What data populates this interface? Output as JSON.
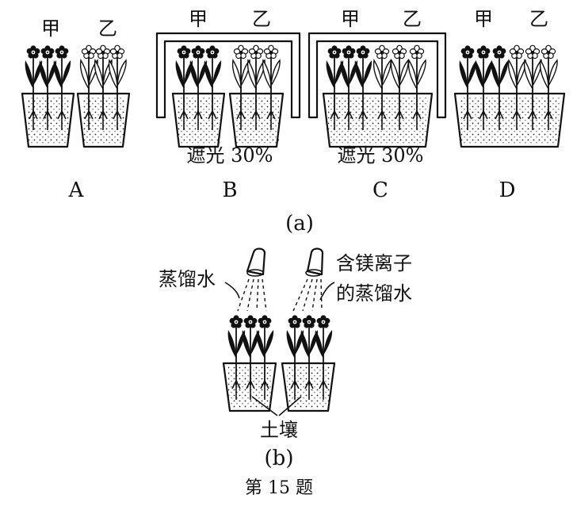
{
  "figure": {
    "caption": "第 15 题",
    "panel_a": {
      "label": "(a)",
      "setups": [
        {
          "letter": "A",
          "plant_labels": [
            "甲",
            "乙"
          ],
          "shade_label": ""
        },
        {
          "letter": "B",
          "plant_labels": [
            "甲",
            "乙"
          ],
          "shade_label": "遮光 30%"
        },
        {
          "letter": "C",
          "plant_labels": [
            "甲",
            "乙"
          ],
          "shade_label": "遮光 30%"
        },
        {
          "letter": "D",
          "plant_labels": [
            "甲",
            "乙"
          ],
          "shade_label": ""
        }
      ]
    },
    "panel_b": {
      "label": "(b)",
      "left_water": "蒸馏水",
      "right_water_line1": "含镁离子",
      "right_water_line2": "的蒸馏水",
      "soil_label": "土壤"
    }
  }
}
